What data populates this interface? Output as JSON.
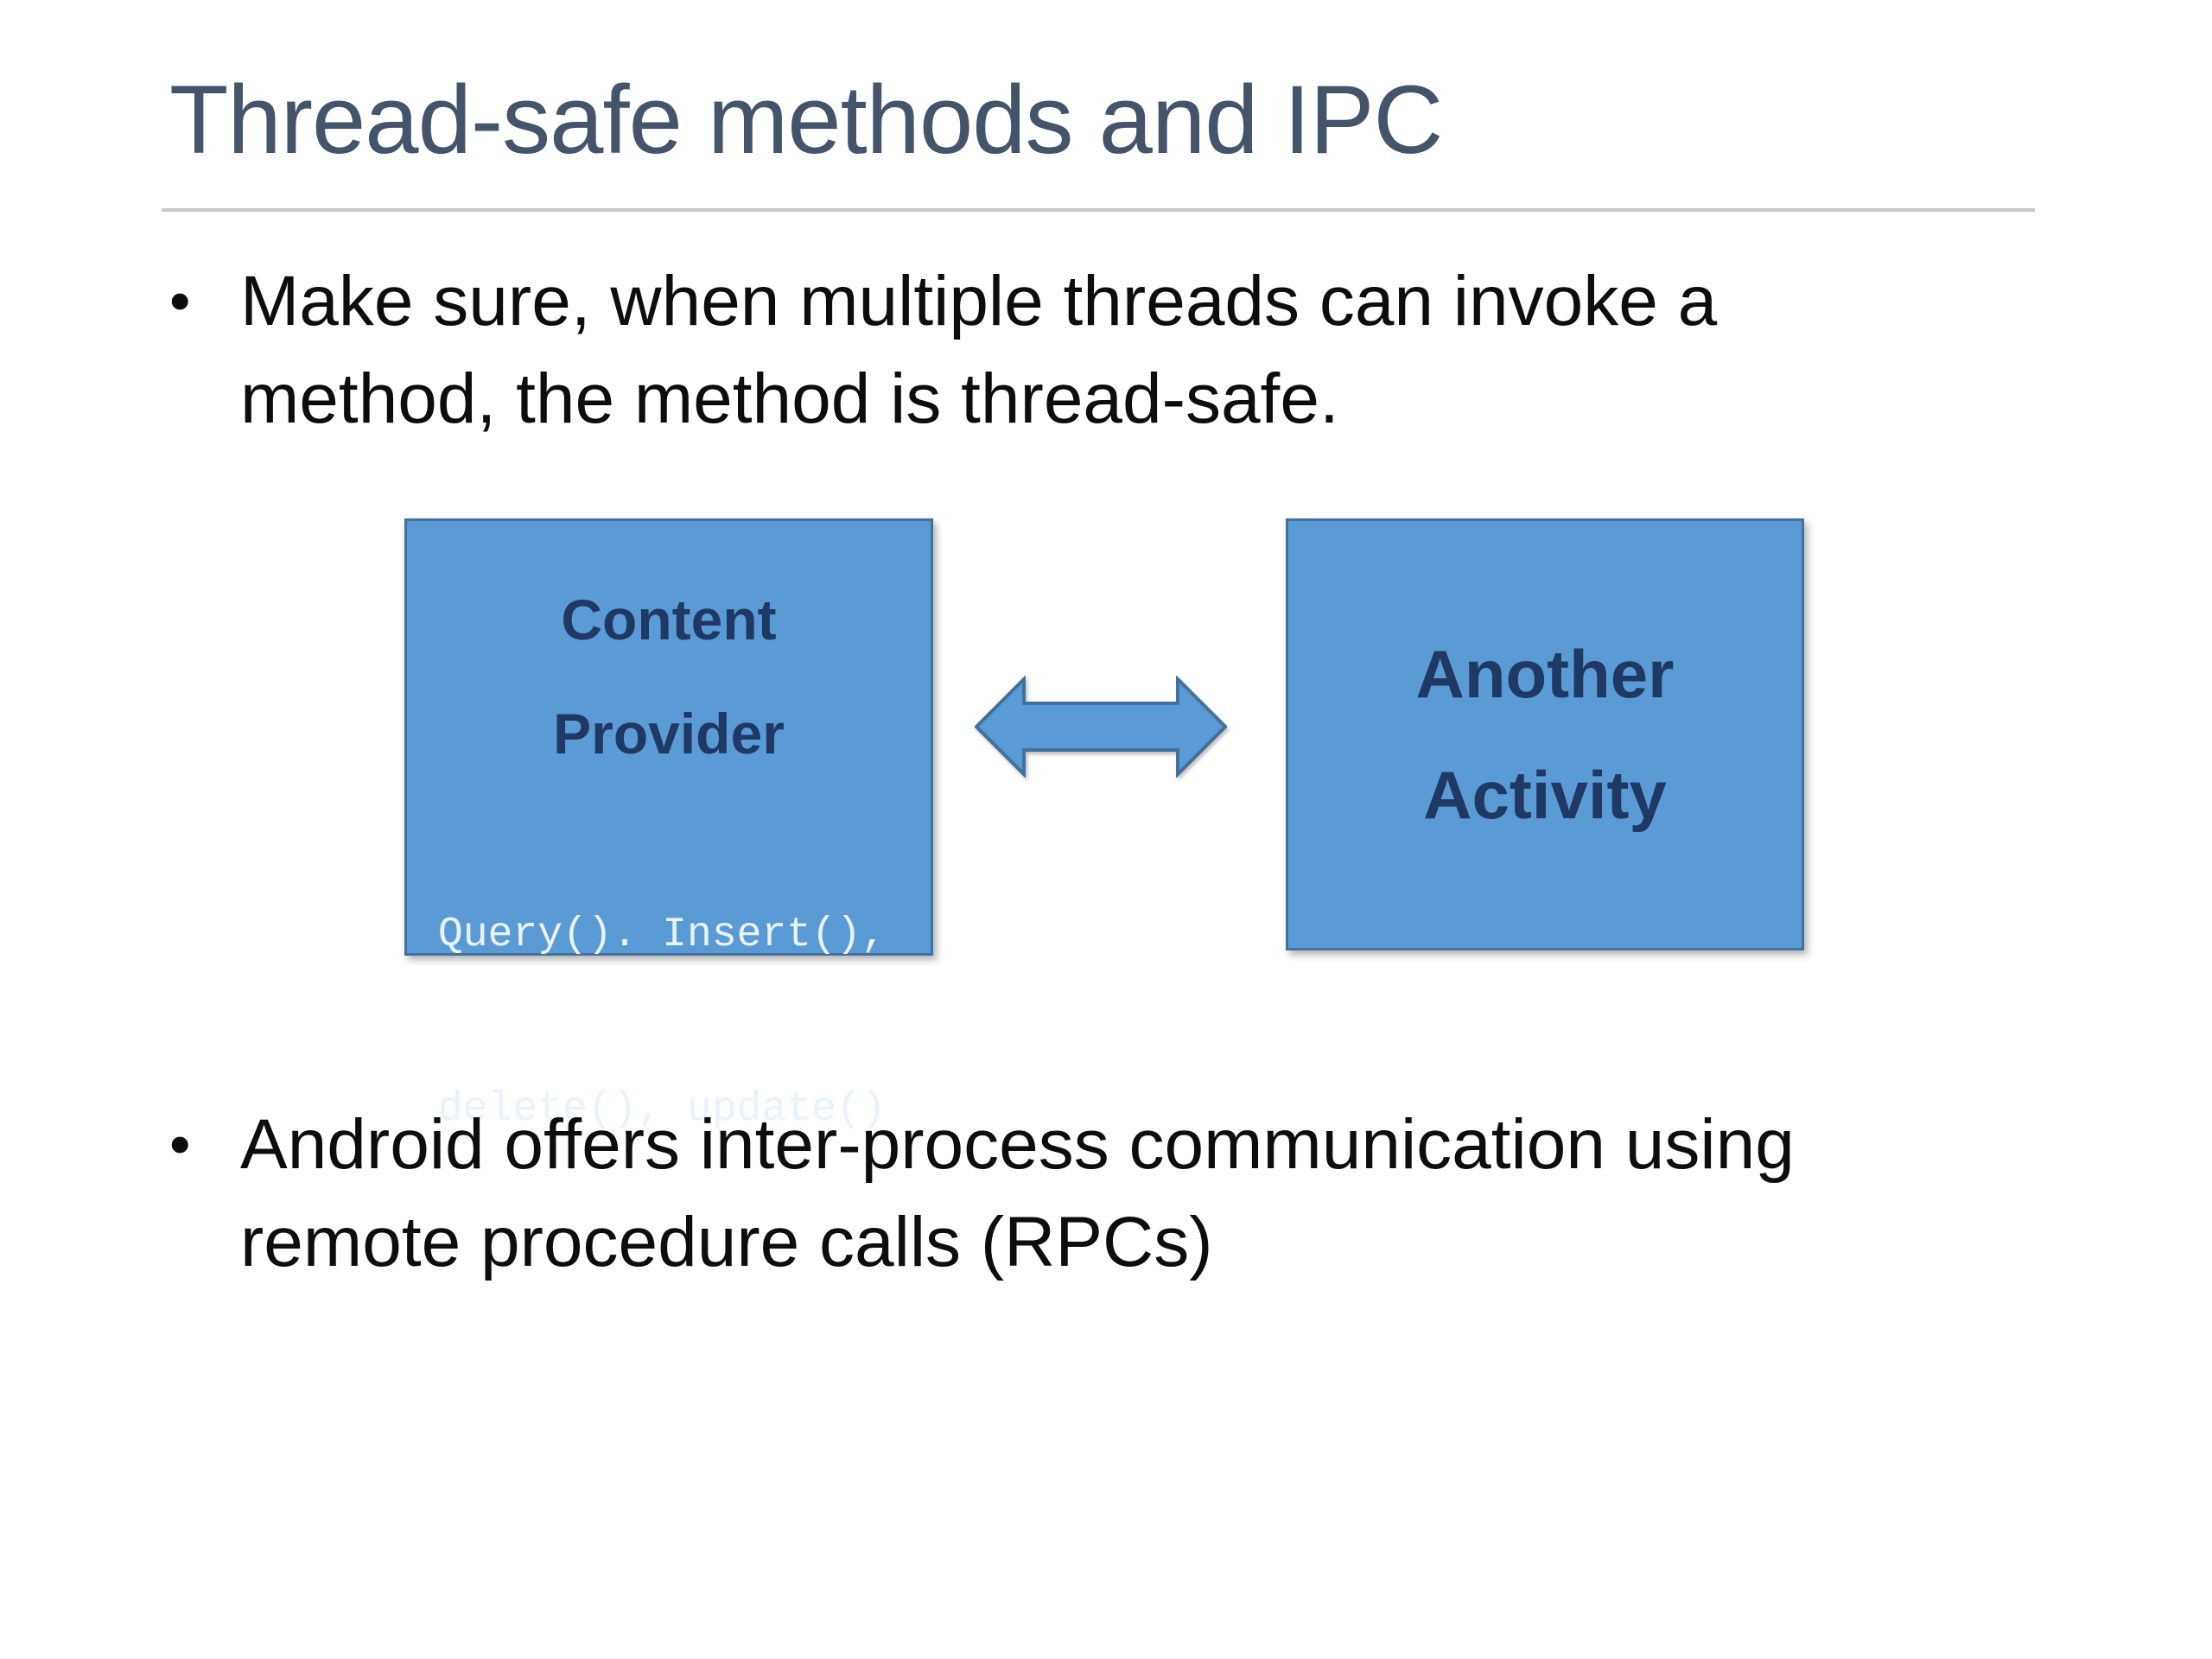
{
  "colors": {
    "background": "#FFFFFF",
    "title_text": "#44546A",
    "body_text": "#0D0D0D",
    "rule": "#C9C9C9",
    "box_fill": "#5B9BD5",
    "box_border": "#41719C",
    "box_title_text": "#1F3864",
    "code_text": "#EAF2FB"
  },
  "slide": {
    "title": "Thread-safe methods and IPC",
    "bullet_marker": "•",
    "bullets": [
      {
        "lines": [
          "Make sure, when multiple threads can invoke a",
          "method, the method is thread-safe."
        ]
      },
      {
        "lines": [
          "Android offers inter-process communication using",
          "remote procedure calls (RPCs)"
        ]
      }
    ],
    "diagram": {
      "content_provider": {
        "title_lines": [
          "Content",
          "Provider"
        ],
        "code_lines": [
          "Query(). Insert(),",
          "delete(), update()"
        ]
      },
      "arrow_icon": "left-right-arrow",
      "another_activity": {
        "title_lines": [
          "Another",
          "Activity"
        ]
      }
    }
  }
}
